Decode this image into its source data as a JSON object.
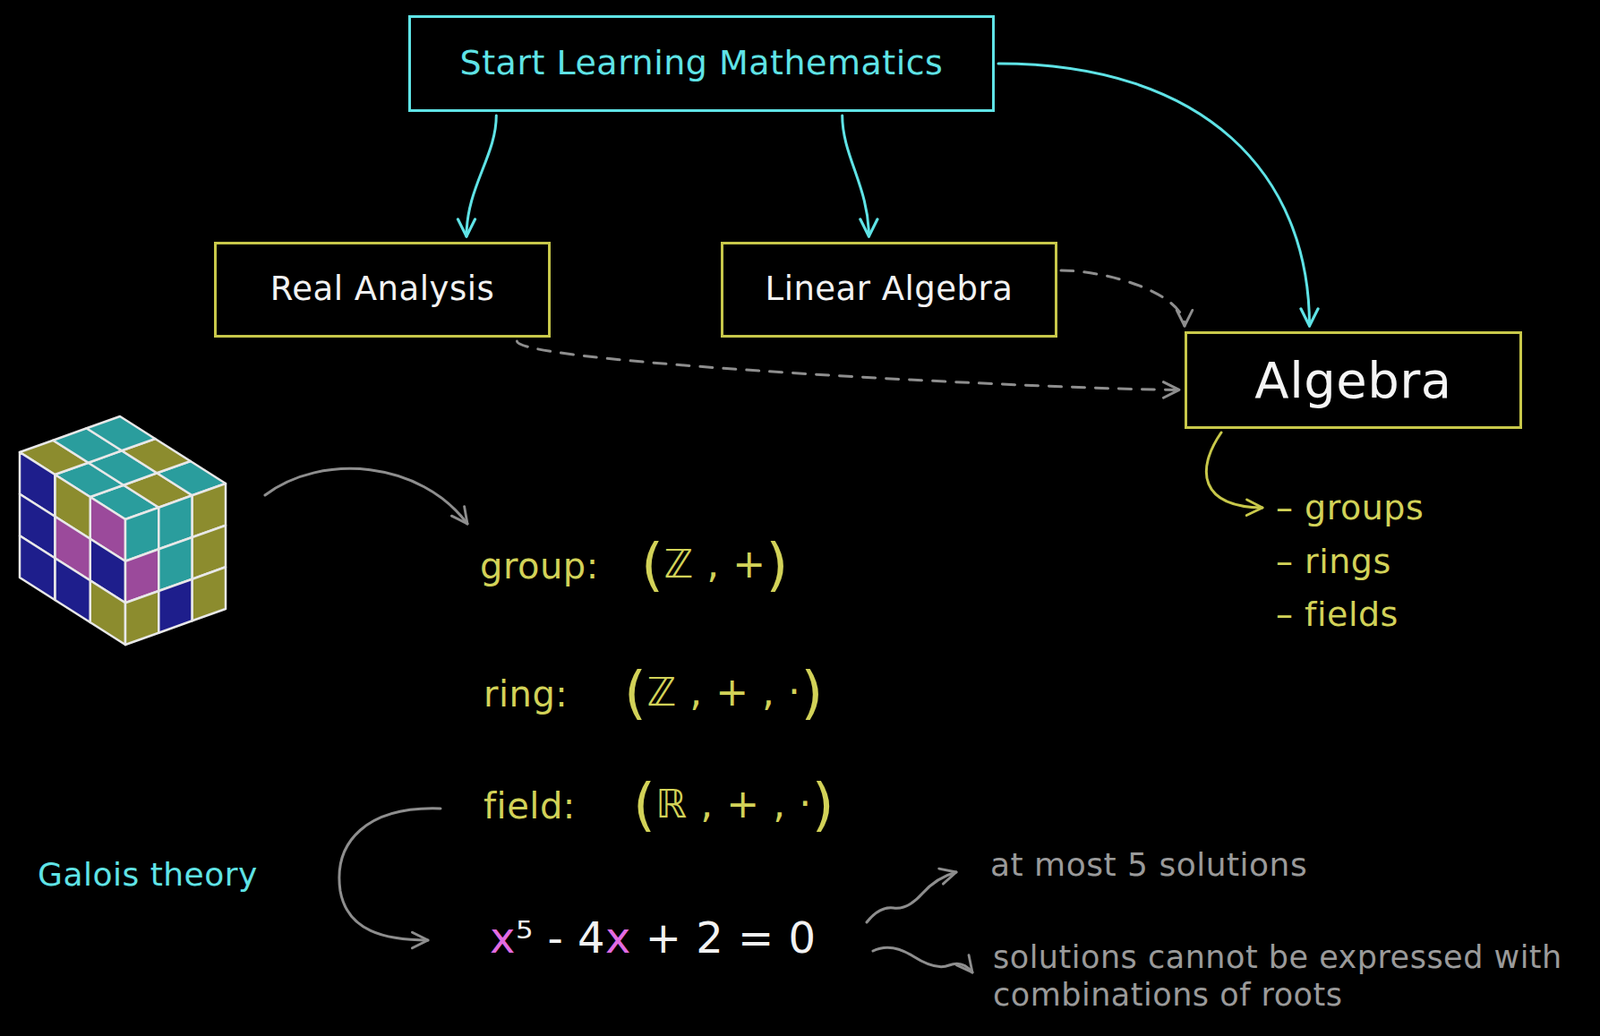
{
  "diagram": {
    "nodes": [
      {
        "text": [
          "Start Learning Mathematics"
        ]
      },
      {
        "text": [
          "Real Analysis"
        ]
      },
      {
        "text": [
          "Linear Algebra"
        ]
      },
      {
        "text": [
          "Algebra"
        ]
      }
    ],
    "edges": [
      {
        "from": 0,
        "to": 1,
        "arrow": "to"
      },
      {
        "from": 0,
        "to": 2,
        "arrow": "to"
      },
      {
        "from": 0,
        "to": 3,
        "arrow": "to"
      },
      {
        "from": 1,
        "to": 3,
        "arrow": "to"
      },
      {
        "from": 2,
        "to": 3,
        "arrow": "to"
      }
    ],
    "labels": [
      "– groups",
      "– rings",
      "– fields",
      "group:",
      "(ℤ , +)",
      "ring:",
      "(ℤ , + , ·)",
      "field:",
      "(ℝ , + , ·)",
      "Galois theory",
      "x⁵ - 4x + 2 = 0",
      "at most 5 solutions",
      "solutions cannot be expressed with combinations of roots"
    ]
  }
}
